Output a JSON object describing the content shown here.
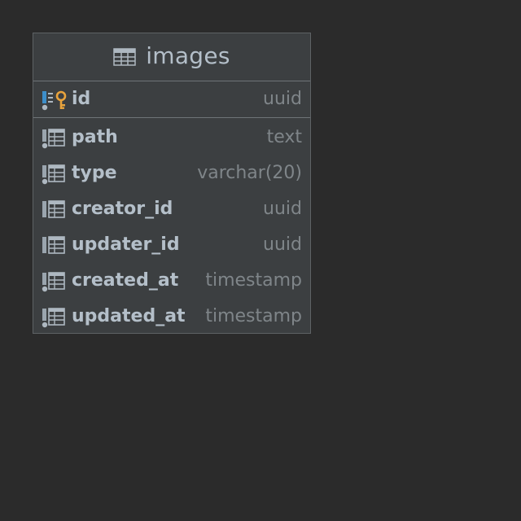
{
  "table": {
    "name": "images",
    "icon": "table-icon",
    "primary_key": {
      "name": "id",
      "type": "uuid",
      "icon": "primary-key-column-icon"
    },
    "columns": [
      {
        "name": "path",
        "type": "text",
        "icon": "column-icon"
      },
      {
        "name": "type",
        "type": "varchar(20)",
        "icon": "column-icon"
      },
      {
        "name": "creator_id",
        "type": "uuid",
        "icon": "column-icon"
      },
      {
        "name": "updater_id",
        "type": "uuid",
        "icon": "column-icon"
      },
      {
        "name": "created_at",
        "type": "timestamp",
        "icon": "column-icon"
      },
      {
        "name": "updated_at",
        "type": "timestamp",
        "icon": "column-icon"
      }
    ]
  },
  "colors": {
    "background": "#2b2b2b",
    "card": "#3c3f41",
    "text": "#b4bfc9",
    "type_text": "#7f8589",
    "key_accent": "#e8a33d",
    "pk_accent": "#3d8ec9"
  }
}
